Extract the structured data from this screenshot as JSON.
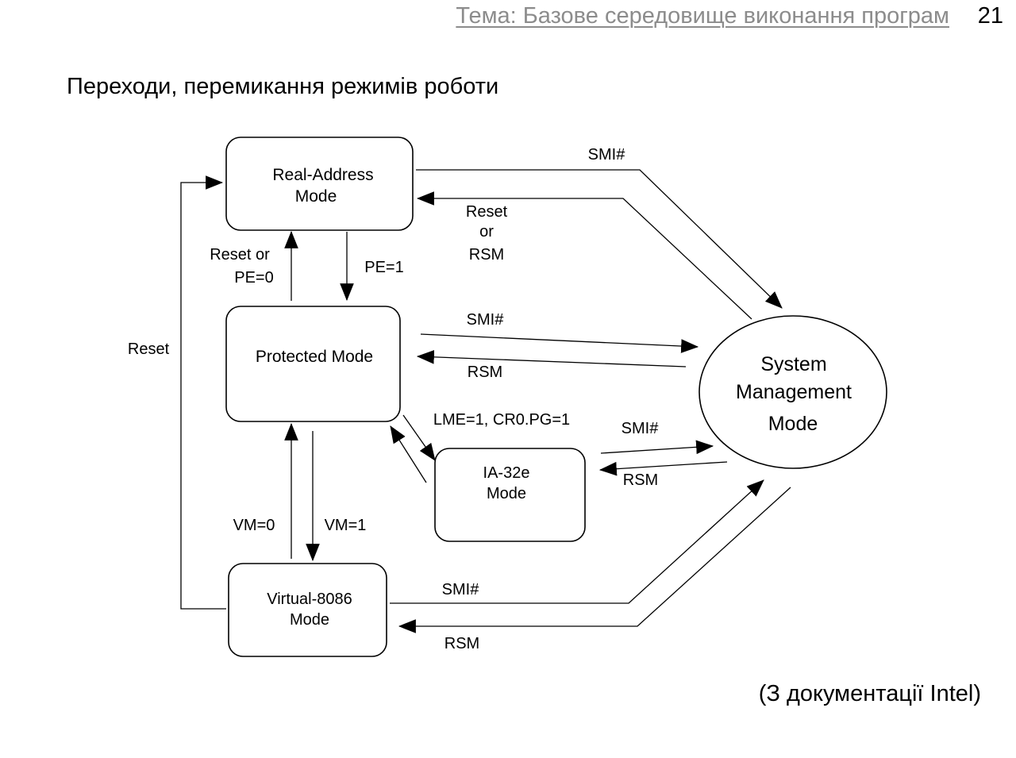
{
  "header": {
    "topic": "Тема: Базове середовище виконання програм",
    "page_number": "21"
  },
  "slide": {
    "title": "Переходи, перемикання режимів роботи",
    "source_note": "(З документації Intel)"
  },
  "diagram": {
    "nodes": {
      "real_address": [
        "Real-Address",
        "Mode"
      ],
      "protected": [
        "Protected Mode"
      ],
      "ia32e": [
        "IA-32e",
        "Mode"
      ],
      "virtual_8086": [
        "Virtual-8086",
        "Mode"
      ],
      "smm": [
        "System",
        "Management",
        "Mode"
      ]
    },
    "edge_labels": {
      "real_smi": "SMI#",
      "smm_real_reset": [
        "Reset",
        "or",
        "RSM"
      ],
      "protected_real": [
        "Reset or",
        "PE=0"
      ],
      "real_protected": "PE=1",
      "reset_loop": "Reset",
      "protected_smi": "SMI#",
      "smm_protected_rsm": "RSM",
      "protected_ia32e": "LME=1, CR0.PG=1",
      "ia32e_smi": "SMI#",
      "smm_ia32e_rsm": "RSM",
      "v86_protected": "VM=0",
      "protected_v86": "VM=1",
      "v86_smi": "SMI#",
      "smm_v86_rsm": "RSM"
    }
  }
}
